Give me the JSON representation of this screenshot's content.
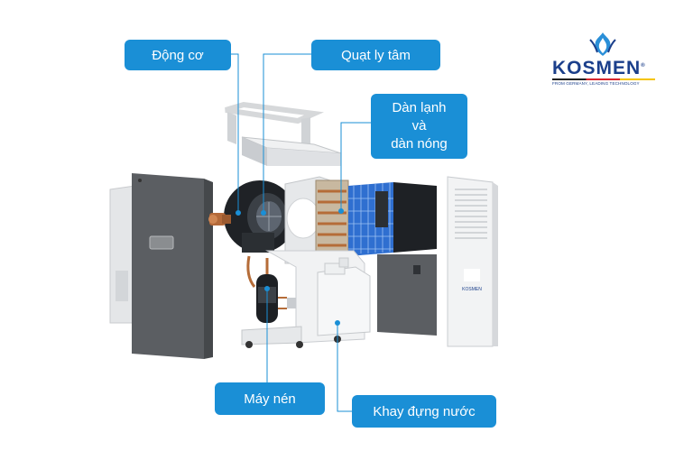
{
  "brand": {
    "name": "KOSMEN",
    "registered": "®",
    "tagline": "FROM GERMANY, LEADING TECHNOLOGY",
    "colors": {
      "primary": "#1b3f8b",
      "accent": "#2a8fd8"
    }
  },
  "labels": {
    "motor": "Động cơ",
    "fan": "Quạt ly tâm",
    "coils": [
      "Dàn lạnh",
      "và",
      "dàn nóng"
    ],
    "compressor": "Máy nén",
    "water_tray": "Khay đựng nước"
  },
  "front_panel_brand": "KOSMEN",
  "colors": {
    "label_bg": "#1a8fd6",
    "callout_line": "#1a8fd6",
    "panel_dark": "#5b5e62"
  }
}
